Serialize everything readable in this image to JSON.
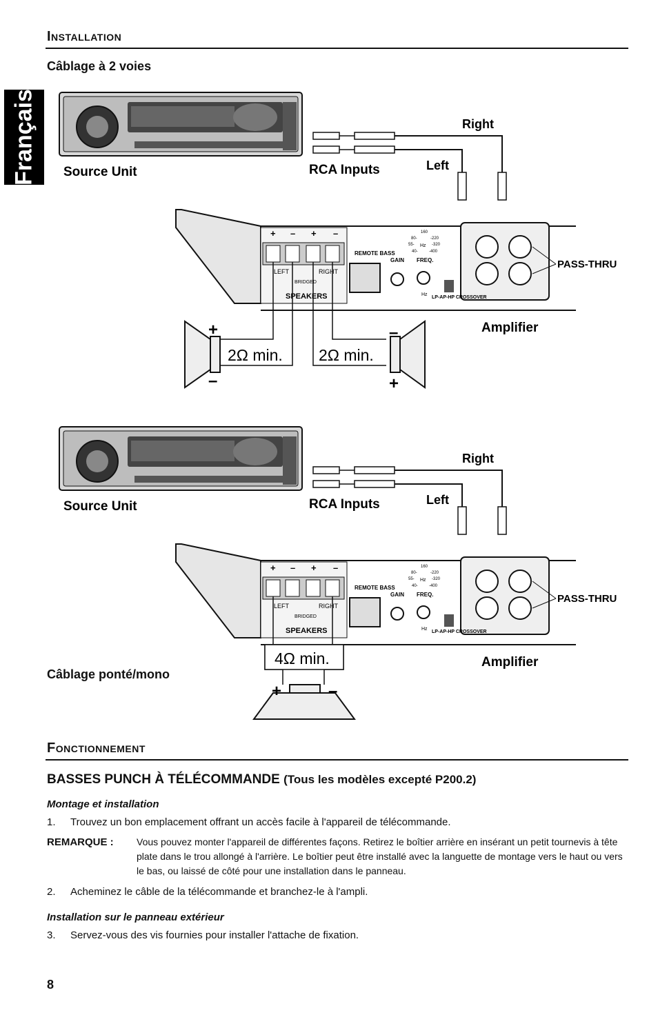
{
  "header": {
    "section": "Installation"
  },
  "side_tab": {
    "label": "Français"
  },
  "wiring": {
    "two_way_title": "Câblage à 2 voies",
    "bridged_title": "Câblage ponté/mono",
    "source_unit": "Source Unit",
    "rca_inputs": "RCA Inputs",
    "right": "Right",
    "left": "Left",
    "amplifier": "Amplifier",
    "pass_thru": "PASS-THRU",
    "speakers": "SPEAKERS",
    "bridged": "BRIDGED",
    "left_ch": "LEFT",
    "right_ch": "RIGHT",
    "remote_bass": "REMOTE BASS",
    "gain": "GAIN",
    "freq": "FREQ.",
    "hz": "Hz",
    "crossover": "LP-AP-HP CROSSOVER",
    "freq_values": [
      "160",
      "80-",
      "-220",
      "55-",
      "-320",
      "40-",
      "-400"
    ],
    "impedance_2": "2Ω min.",
    "impedance_4": "4Ω min.",
    "plus": "+",
    "minus": "–"
  },
  "operation": {
    "section": "Fonctionnement",
    "title": "BASSES PUNCH À TÉLÉCOMMANDE",
    "title_note": "(Tous les modèles excepté P200.2)",
    "mounting_heading": "Montage et installation",
    "step1_num": "1.",
    "step1": "Trouvez un bon emplacement offrant un accès facile à l'appareil de télécommande.",
    "note_label": "REMARQUE :",
    "note_text": "Vous pouvez monter l'appareil de différentes façons. Retirez le boîtier arrière en insérant un petit tournevis à tête plate dans le trou allongé à l'arrière. Le boîtier peut être installé avec la languette de montage vers le haut ou vers le bas, ou laissé de côté pour une installation dans le panneau.",
    "step2_num": "2.",
    "step2": "Acheminez le câble de la télécommande et branchez-le à l'ampli.",
    "outside_heading": "Installation sur le panneau extérieur",
    "step3_num": "3.",
    "step3": "Servez-vous des vis fournies pour installer l'attache de fixation."
  },
  "page_number": "8"
}
